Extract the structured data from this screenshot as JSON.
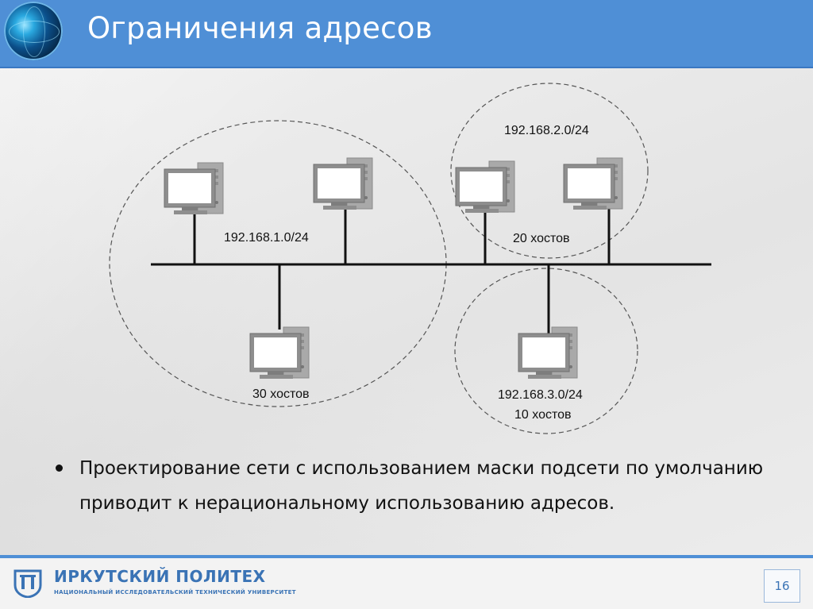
{
  "header": {
    "title": "Ограничения адресов",
    "accent_color": "#4f8fd6"
  },
  "diagram": {
    "networks": [
      {
        "address": "192.168.1.0/24",
        "hosts": "30 хостов"
      },
      {
        "address": "192.168.2.0/24",
        "hosts": "20 хостов"
      },
      {
        "address": "192.168.3.0/24",
        "hosts": "10 хостов"
      }
    ],
    "computer_icon": "desktop-computer-icon",
    "computer_count": 6
  },
  "body": {
    "bullet": "Проектирование сети с использованием маски подсети по умолчанию приводит к нерациональному использованию адресов."
  },
  "footer": {
    "logo_name": "ИРКУТСКИЙ ПОЛИТЕХ",
    "logo_subtitle": "НАЦИОНАЛЬНЫЙ ИССЛЕДОВАТЕЛЬСКИЙ ТЕХНИЧЕСКИЙ УНИВЕРСИТЕТ",
    "page_number": "16",
    "brand_color": "#3a73b5"
  }
}
